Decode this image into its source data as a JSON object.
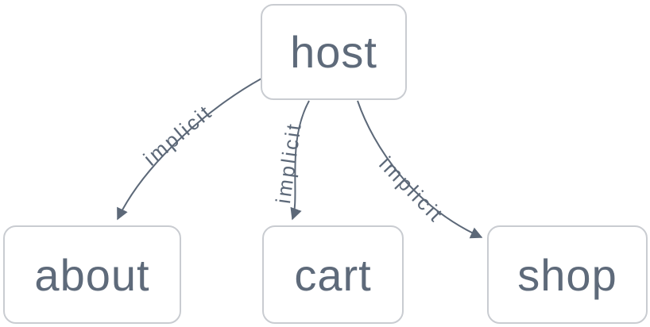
{
  "diagram": {
    "type": "graph",
    "background_color": "#ffffff",
    "edge_color": "#5c6878",
    "node_border_color": "#c9ccd1",
    "node_text_color": "#5e6a7a",
    "nodes": [
      {
        "id": "host",
        "label": "host"
      },
      {
        "id": "about",
        "label": "about"
      },
      {
        "id": "cart",
        "label": "cart"
      },
      {
        "id": "shop",
        "label": "shop"
      }
    ],
    "edges": [
      {
        "from": "host",
        "to": "about",
        "label": "implicit"
      },
      {
        "from": "host",
        "to": "cart",
        "label": "implicit"
      },
      {
        "from": "host",
        "to": "shop",
        "label": "implicit"
      }
    ]
  }
}
